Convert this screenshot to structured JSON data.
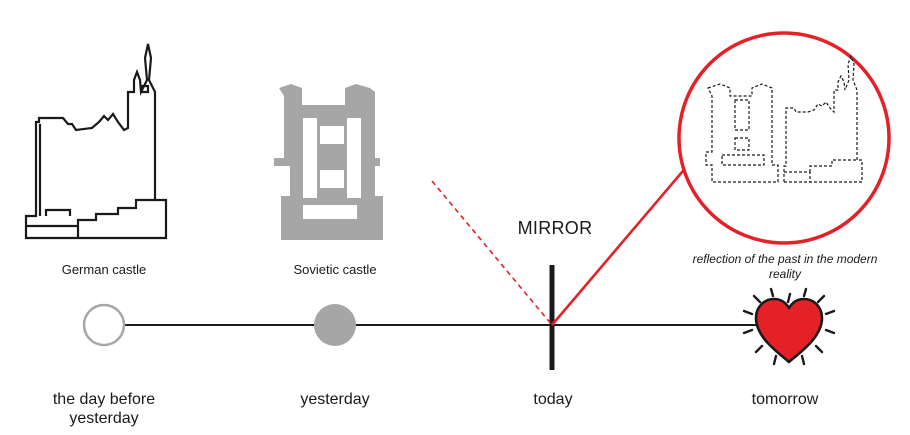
{
  "captions": {
    "german_castle": "German castle",
    "sovietic_castle": "Sovietic castle",
    "reflection": "reflection of the past in the modern reality"
  },
  "mirror_label": "MIRROR",
  "timeline": {
    "points": [
      {
        "label": "the day before yesterday",
        "marker": "hollow-circle"
      },
      {
        "label": "yesterday",
        "marker": "filled-circle"
      },
      {
        "label": "today",
        "marker": "mirror-bar"
      },
      {
        "label": "tomorrow",
        "marker": "heart-icon"
      }
    ]
  },
  "colors": {
    "line": "#1a1a1a",
    "hollow_circle_stroke": "#a6a6a6",
    "filled_circle": "#a6a6a6",
    "soviet_castle": "#a6a6a6",
    "accent_red": "#e42127",
    "heart_fill": "#e42127"
  }
}
